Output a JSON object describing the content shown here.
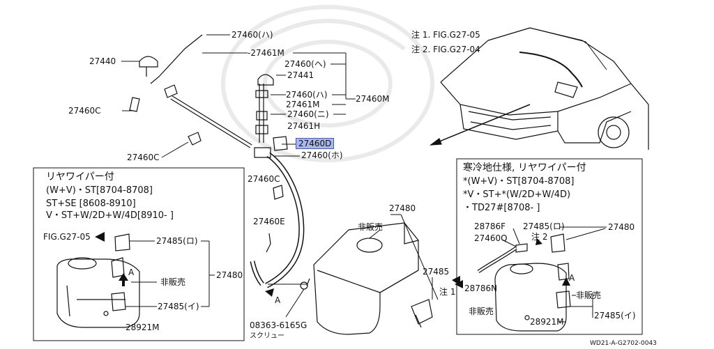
{
  "notes": {
    "note1": "注 1. FIG.G27-05",
    "note2": "注 2. FIG.G27-04"
  },
  "main_labels": {
    "p27460_ha_top": "27460(ハ)",
    "p27461m_top": "-27461M",
    "p27440": "27440",
    "p27460_he": "27460(ヘ)",
    "p27441": "27441",
    "p27460_ha_mid": "27460(ハ)",
    "p27461m_mid": "27461M",
    "p27460_ni": "27460(ニ)",
    "p27460m": "27460M",
    "p27461h": "27461H",
    "p27460c_left": "27460C",
    "p27460d": "27460D",
    "p27460_ho": "27460(ホ)",
    "p27460c_bot": "27460C",
    "p27460c_mid": "27460C",
    "p27460e": "27460E",
    "p27480": "27480",
    "hihanbai_tank": "非販売",
    "p27485": "27485",
    "chu1": "注 1",
    "bolt": "08363-6165G",
    "screw": "スクリュー",
    "arrow_a": "A"
  },
  "left_box": {
    "lines": [
      "リヤワイパー付",
      "(W+V)・ST[8704-8708]",
      "ST+SE [8608-8910]",
      "V・ST+W/2D+W/4D[8910-    ]"
    ],
    "fig": "FIG.G27-05",
    "p27485_ro": "27485(ロ)",
    "p27480": "27480",
    "hihanbai": "非販売",
    "arrow_a": "A",
    "p27485_i": "27485(イ)",
    "p28921m": "28921M"
  },
  "right_box": {
    "lines": [
      "寒冷地仕様, リヤワイパー付",
      "*(W+V)・ST[8704-8708]",
      "*V・ST+*(W/2D+W/4D)",
      "・TD27#[8708-      ]"
    ],
    "p28786f": "28786F",
    "p27485_ro": "27485(ロ)",
    "p27480": "27480",
    "p27460q": "27460Q",
    "chu2": "注 2",
    "arrow_a": "A",
    "p28786n": "28786N",
    "hihanbai1": "非販売",
    "hihanbai2": "非販売",
    "p27485_i": "27485(イ)",
    "p28921m": "28921M"
  },
  "code": "WD21-A-G2702-0043"
}
